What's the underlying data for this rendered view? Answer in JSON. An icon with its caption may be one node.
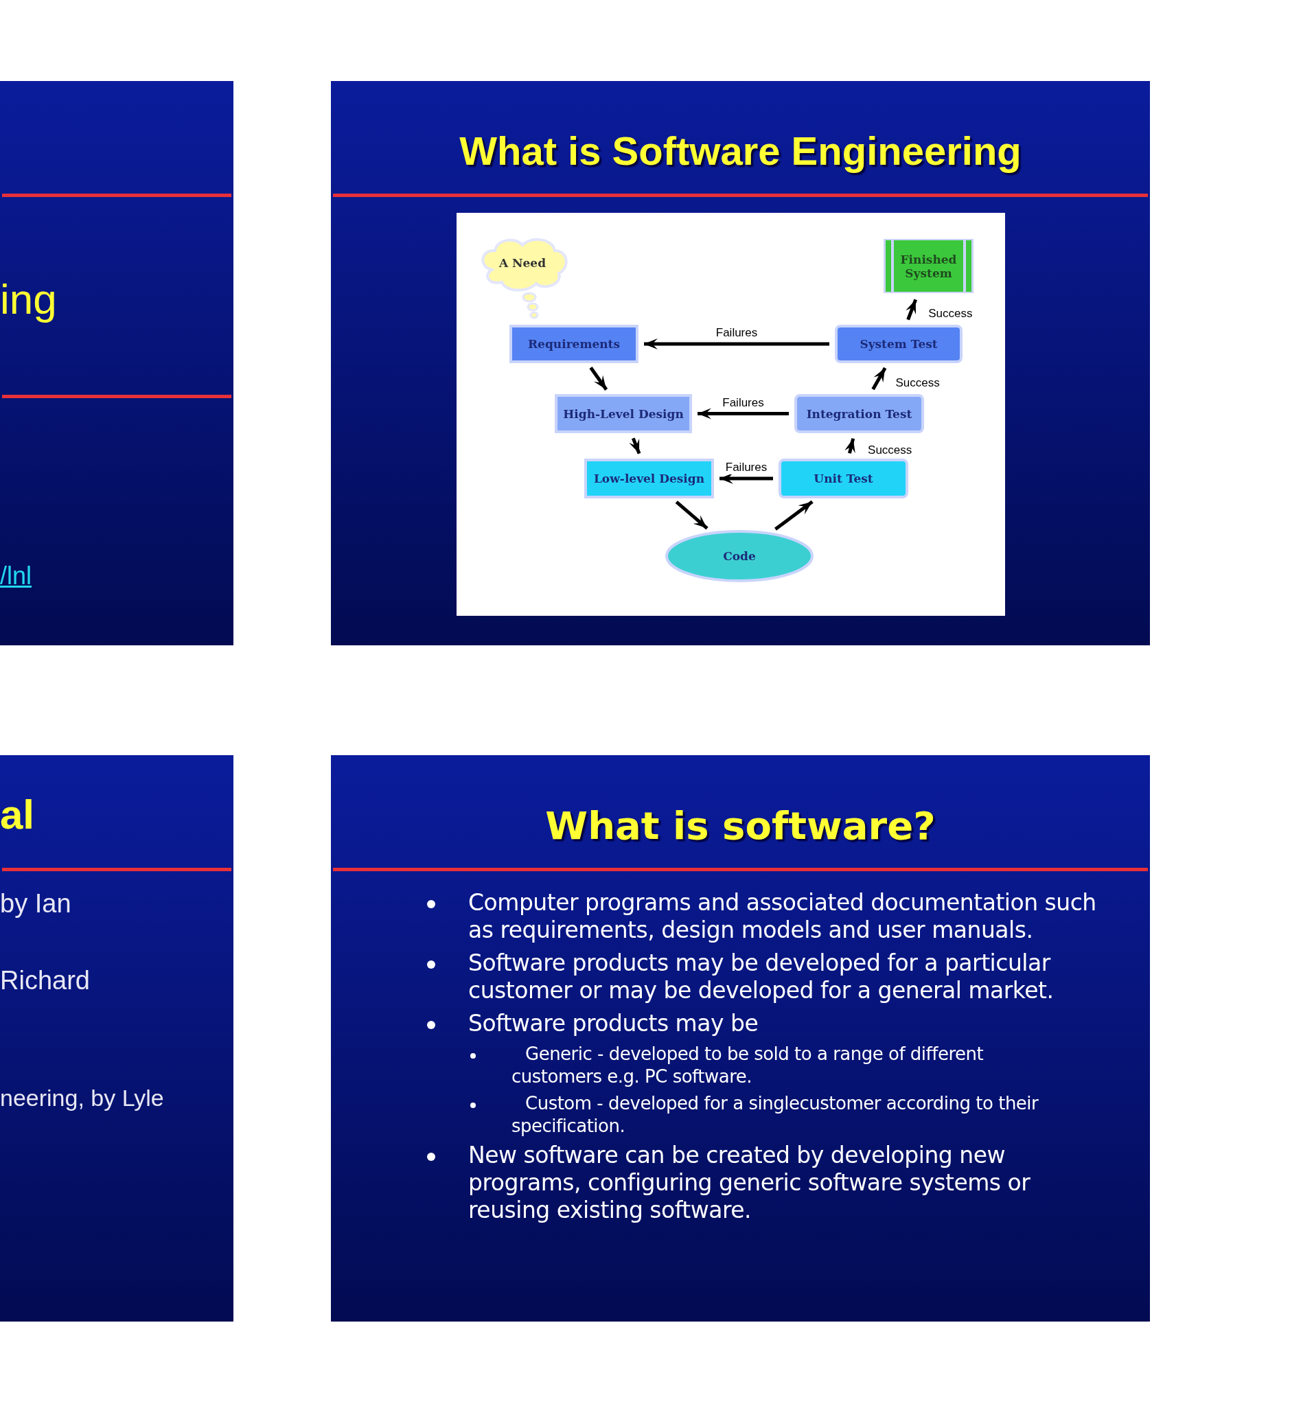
{
  "diagram": {
    "nodes": [
      {
        "text": [
          "ing",
          "/lnl"
        ]
      },
      {
        "text": [
          "What is Software Engineering"
        ]
      },
      {
        "text": [
          "A Need"
        ],
        "in": 1
      },
      {
        "text": [
          "Finished System"
        ],
        "in": 1
      },
      {
        "text": [
          "Requirements"
        ],
        "in": 1
      },
      {
        "text": [
          "System Test"
        ],
        "in": 1
      },
      {
        "text": [
          "High-Level Design"
        ],
        "in": 1
      },
      {
        "text": [
          "Integration Test"
        ],
        "in": 1
      },
      {
        "text": [
          "Low-level Design"
        ],
        "in": 1
      },
      {
        "text": [
          "Unit Test"
        ],
        "in": 1
      },
      {
        "text": [
          "Code"
        ],
        "in": 1
      },
      {
        "text": [
          "al",
          "by Ian",
          "Richard",
          "neering, by Lyle"
        ]
      },
      {
        "text": [
          "What is software?",
          "Computer programs and associated documentation such as requirements, design models and user manuals.",
          "Software products may be developed for a particular customer or may be developed for a general market.",
          "Software products may be",
          "Generic - developed to be sold to a range of different customers e.g. PC software.",
          "Custom - developed for a singlecustomer according to their specification.",
          "New software can be created by developing new programs, configuring generic software systems or reusing existing software."
        ]
      }
    ],
    "edges": [
      {
        "from": 4,
        "to": 6,
        "arrow": "to"
      },
      {
        "from": 6,
        "to": 8,
        "arrow": "to"
      },
      {
        "from": 8,
        "to": 10,
        "arrow": "to"
      },
      {
        "from": 10,
        "to": 9,
        "arrow": "to"
      },
      {
        "from": 9,
        "to": 7,
        "arrow": "to",
        "label": "Success"
      },
      {
        "from": 7,
        "to": 5,
        "arrow": "to",
        "label": "Success"
      },
      {
        "from": 5,
        "to": 3,
        "arrow": "to",
        "label": "Success"
      },
      {
        "from": 5,
        "to": 4,
        "arrow": "to",
        "label": "Failures"
      },
      {
        "from": 7,
        "to": 6,
        "arrow": "to",
        "label": "Failures"
      },
      {
        "from": 9,
        "to": 8,
        "arrow": "to",
        "label": "Failures"
      }
    ]
  }
}
